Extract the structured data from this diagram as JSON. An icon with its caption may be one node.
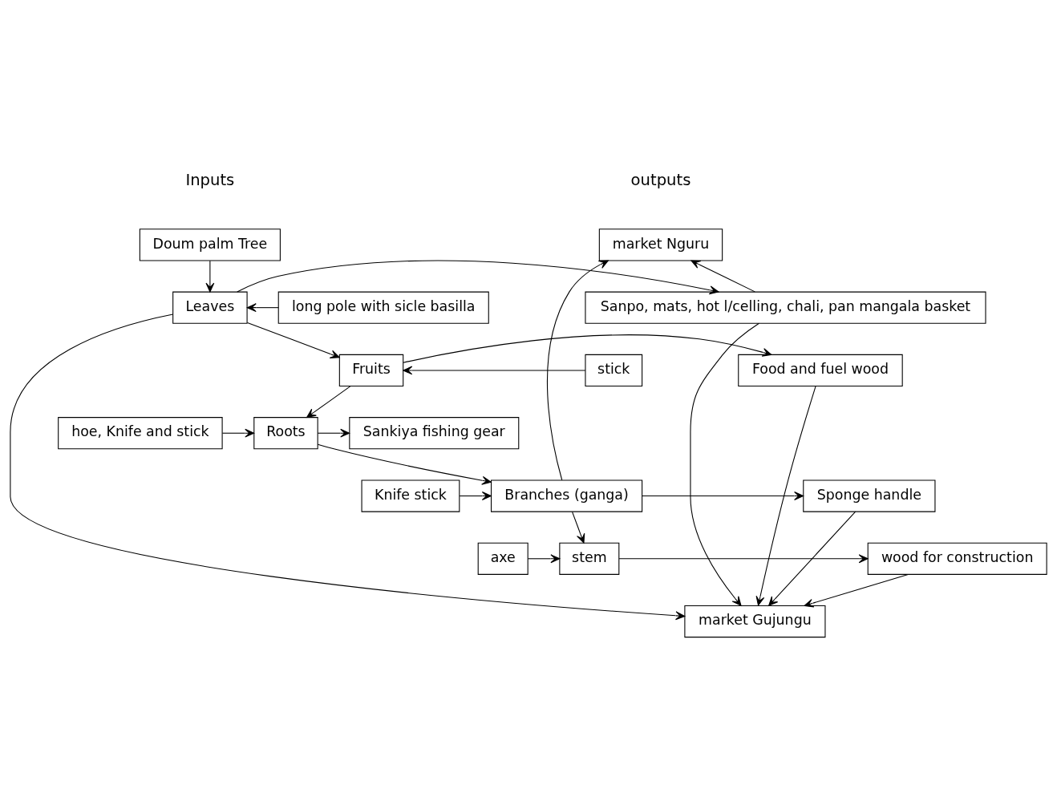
{
  "diagram": {
    "nodes": [
      {
        "text": [
          "Doum palm Tree"
        ]
      },
      {
        "text": [
          "market Nguru"
        ]
      },
      {
        "text": [
          "Leaves"
        ]
      },
      {
        "text": [
          "long pole with sicle basilla"
        ]
      },
      {
        "text": [
          "Sanpo, mats, hot l/celling, chali, pan mangala basket"
        ]
      },
      {
        "text": [
          "Fruits"
        ]
      },
      {
        "text": [
          "stick"
        ]
      },
      {
        "text": [
          "Food and fuel wood"
        ]
      },
      {
        "text": [
          "Roots"
        ]
      },
      {
        "text": [
          "hoe, Knife and stick"
        ]
      },
      {
        "text": [
          "Sankiya fishing gear"
        ]
      },
      {
        "text": [
          "Branches (ganga)"
        ]
      },
      {
        "text": [
          "Knife stick"
        ]
      },
      {
        "text": [
          "market Gujungu"
        ]
      },
      {
        "text": [
          "Sponge handle"
        ]
      },
      {
        "text": [
          "stem"
        ]
      },
      {
        "text": [
          "axe"
        ]
      },
      {
        "text": [
          "wood for construction"
        ]
      }
    ],
    "edges": [
      {
        "from": 0,
        "to": 2,
        "arrow": "to"
      },
      {
        "from": 3,
        "to": 2,
        "arrow": "to"
      },
      {
        "from": 2,
        "to": 4,
        "arrow": "to"
      },
      {
        "from": 4,
        "to": 1,
        "arrow": "to"
      },
      {
        "from": 2,
        "to": 5,
        "arrow": "to"
      },
      {
        "from": 4,
        "to": 13,
        "arrow": "to"
      },
      {
        "from": 2,
        "to": 13,
        "arrow": "to"
      },
      {
        "from": 6,
        "to": 5,
        "arrow": "to"
      },
      {
        "from": 5,
        "to": 7,
        "arrow": "to"
      },
      {
        "from": 7,
        "to": 13,
        "arrow": "to"
      },
      {
        "from": 5,
        "to": 8,
        "arrow": "to"
      },
      {
        "from": 9,
        "to": 8,
        "arrow": "to"
      },
      {
        "from": 8,
        "to": 10,
        "arrow": "to"
      },
      {
        "from": 8,
        "to": 11,
        "arrow": "to"
      },
      {
        "from": 11,
        "to": 1,
        "arrow": "to"
      },
      {
        "from": 12,
        "to": 11,
        "arrow": "to"
      },
      {
        "from": 11,
        "to": 14,
        "arrow": "to"
      },
      {
        "from": 14,
        "to": 13,
        "arrow": "to"
      },
      {
        "from": 11,
        "to": 15,
        "arrow": "to"
      },
      {
        "from": 16,
        "to": 15,
        "arrow": "to"
      },
      {
        "from": 15,
        "to": 17,
        "arrow": "to"
      },
      {
        "from": 17,
        "to": 13,
        "arrow": "to"
      }
    ],
    "labels": [
      "outputs",
      "Inputs"
    ]
  }
}
